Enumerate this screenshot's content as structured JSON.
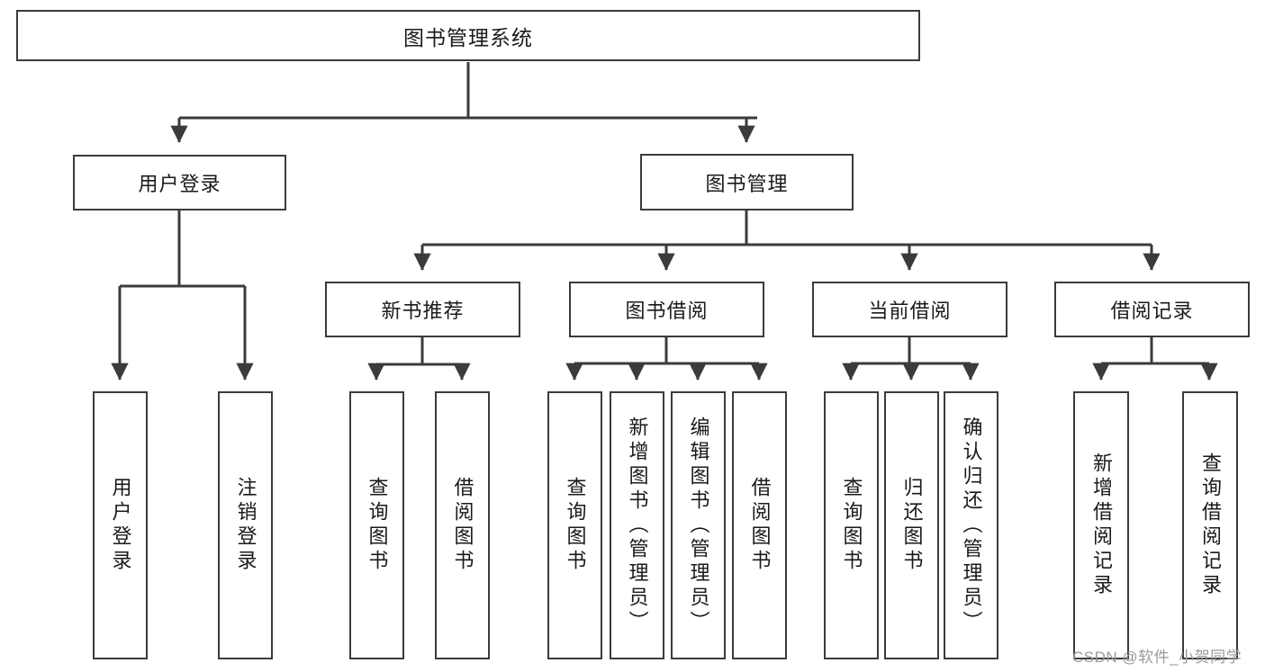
{
  "diagram": {
    "title": "图书管理系统",
    "type": "hierarchy-tree",
    "watermark": "CSDN @软件_小贺同学",
    "colors": {
      "box_border": "#3b3b3b",
      "box_fill": "#ffffff",
      "connector": "#3b3b3b",
      "text": "#1a1a1a",
      "watermark": "#9a9a9a"
    },
    "levels": {
      "root": {
        "label": "图书管理系统"
      },
      "level2": [
        {
          "label": "用户登录"
        },
        {
          "label": "图书管理"
        }
      ],
      "level3": [
        {
          "label": "新书推荐"
        },
        {
          "label": "图书借阅"
        },
        {
          "label": "当前借阅"
        },
        {
          "label": "借阅记录"
        }
      ],
      "leaves": {
        "user_login": [
          {
            "label": "用户登录"
          },
          {
            "label": "注销登录"
          }
        ],
        "new_book_recommend": [
          {
            "label": "查询图书"
          },
          {
            "label": "借阅图书"
          }
        ],
        "book_borrow": [
          {
            "label": "查询图书"
          },
          {
            "label": "新增图书（管理员）"
          },
          {
            "label": "编辑图书（管理员）"
          },
          {
            "label": "借阅图书"
          }
        ],
        "current_borrow": [
          {
            "label": "查询图书"
          },
          {
            "label": "归还图书"
          },
          {
            "label": "确认归还（管理员）"
          }
        ],
        "borrow_record": [
          {
            "label": "新增借阅记录"
          },
          {
            "label": "查询借阅记录"
          }
        ]
      }
    }
  }
}
